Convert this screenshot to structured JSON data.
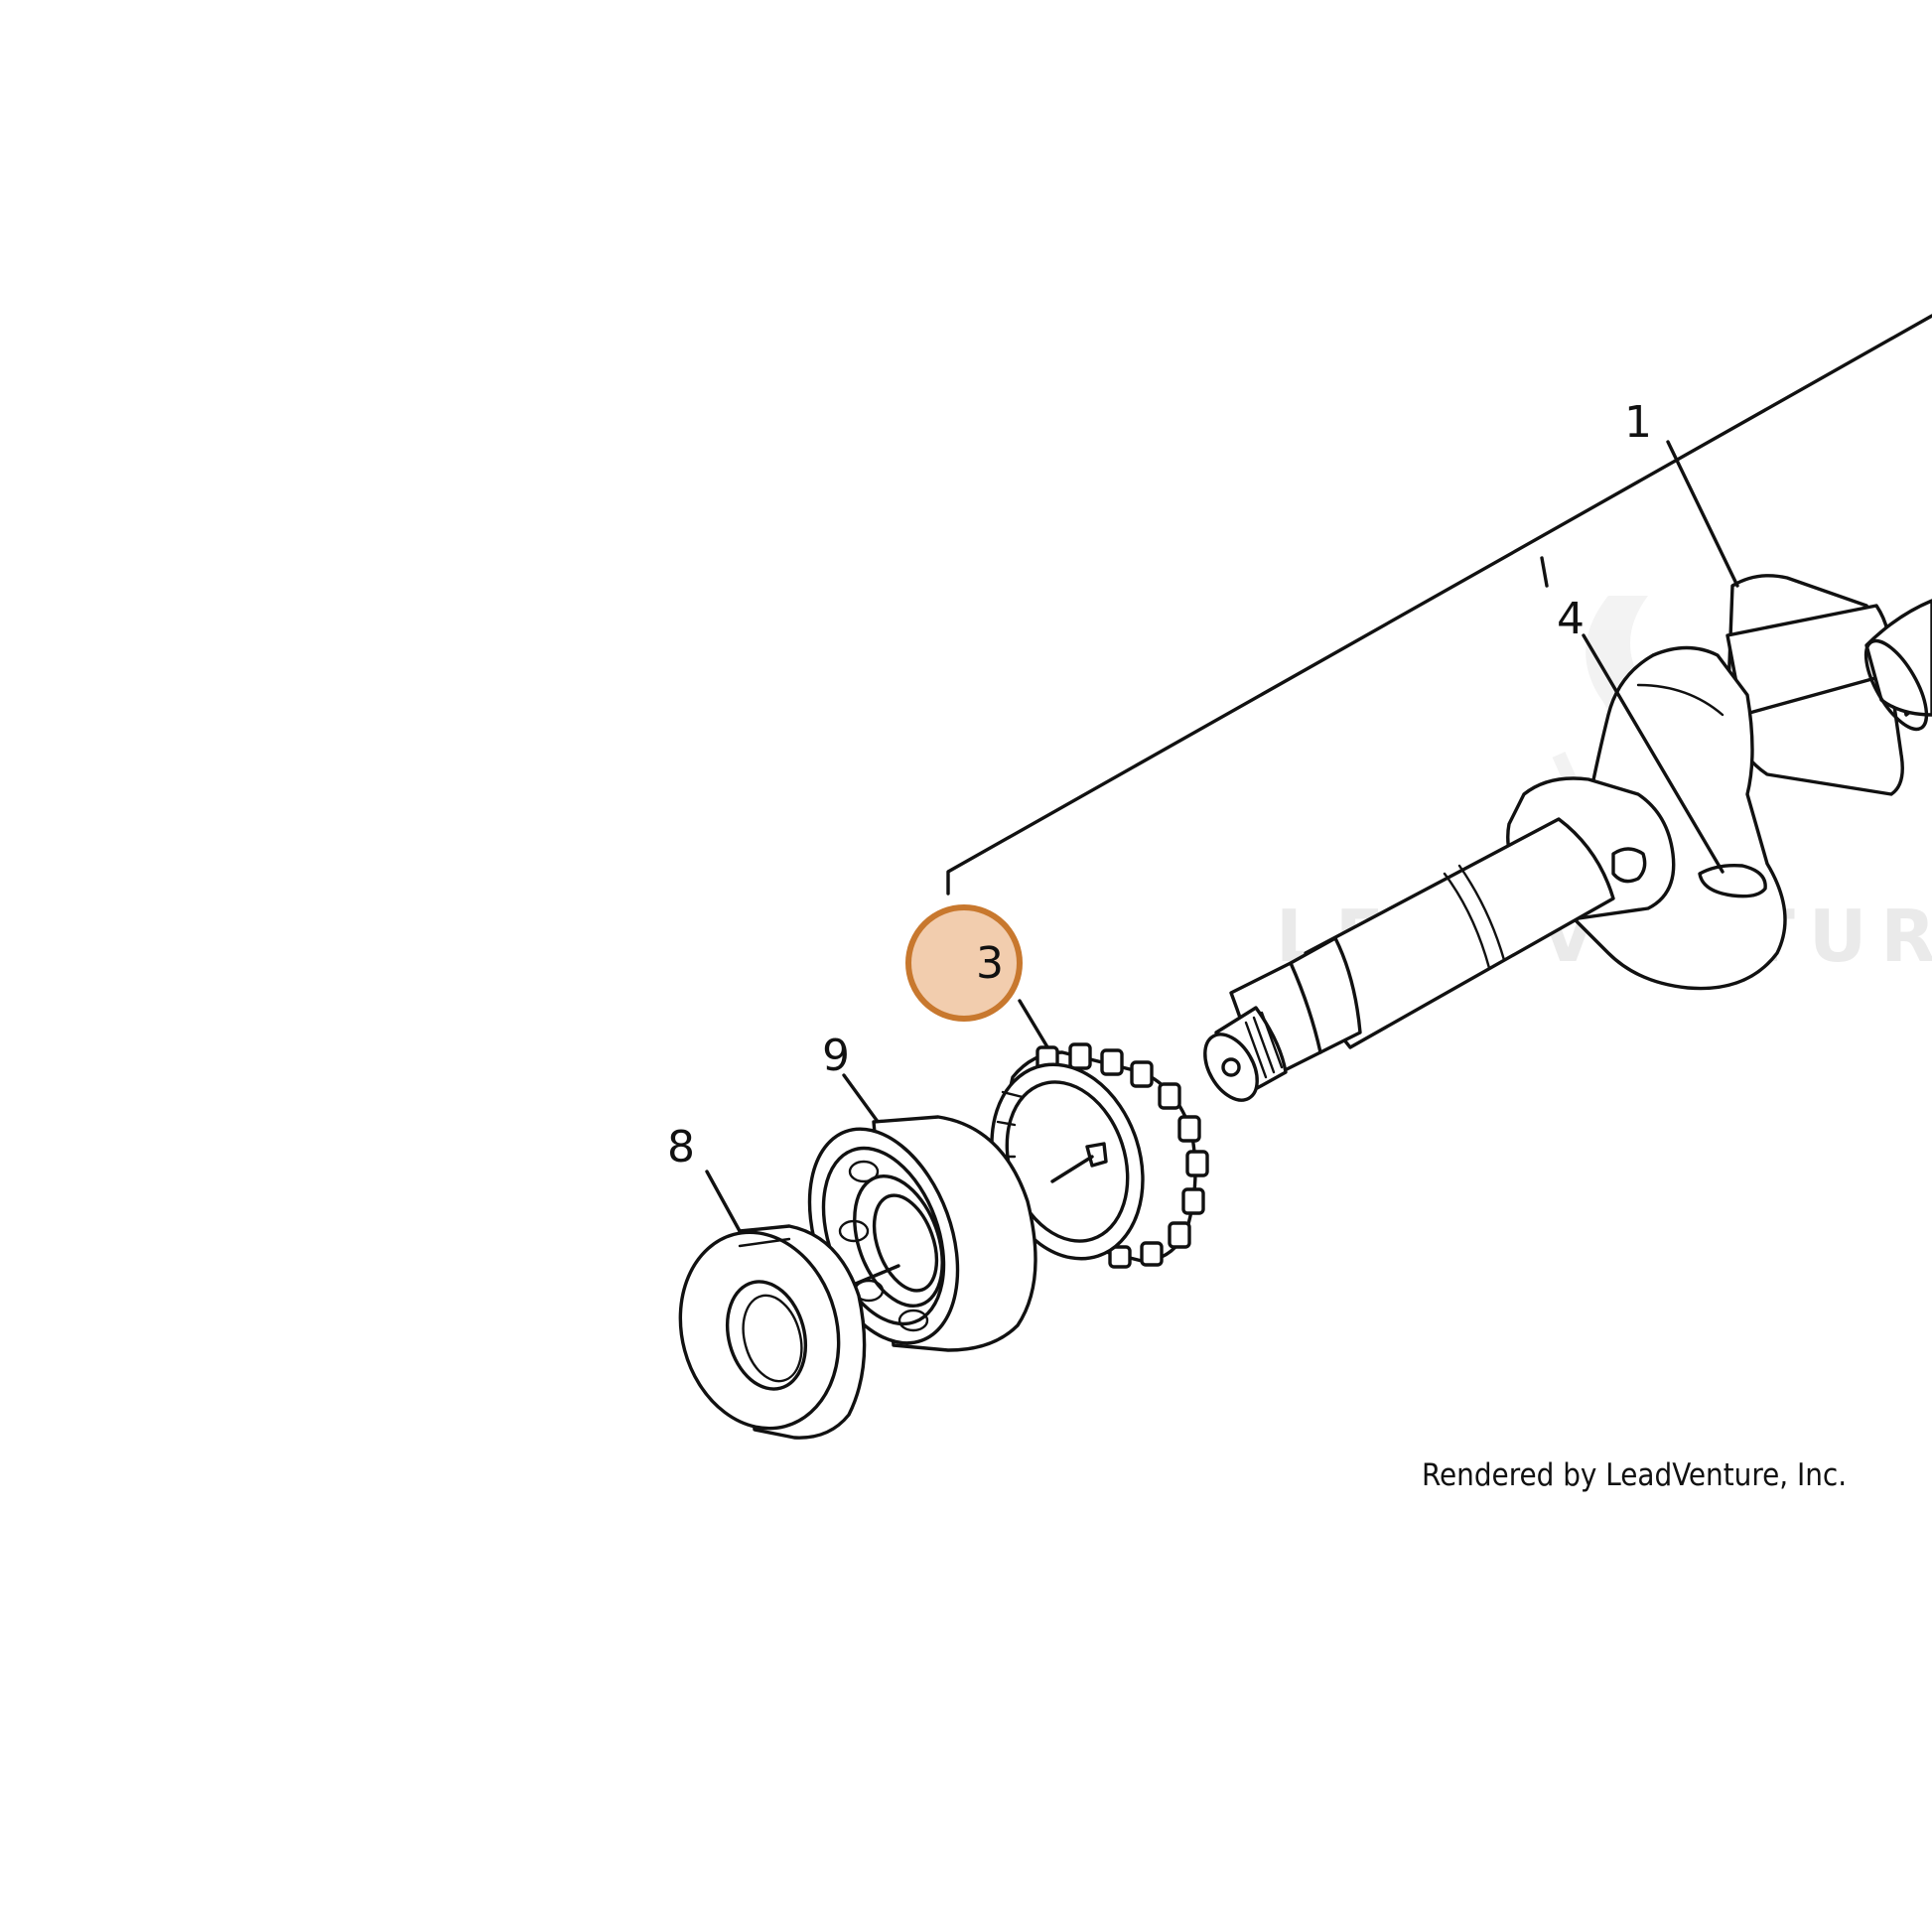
{
  "diagram": {
    "callouts": [
      {
        "id": "1",
        "label": "1"
      },
      {
        "id": "4",
        "label": "4"
      },
      {
        "id": "3",
        "label": "3",
        "highlighted": true
      },
      {
        "id": "9",
        "label": "9"
      },
      {
        "id": "8",
        "label": "8"
      }
    ],
    "credit": "Rendered by LeadVenture, Inc.",
    "watermark": "LEADVENTURE",
    "highlight_color": "#e8a46b",
    "highlight_ring_color": "#c8782e"
  }
}
